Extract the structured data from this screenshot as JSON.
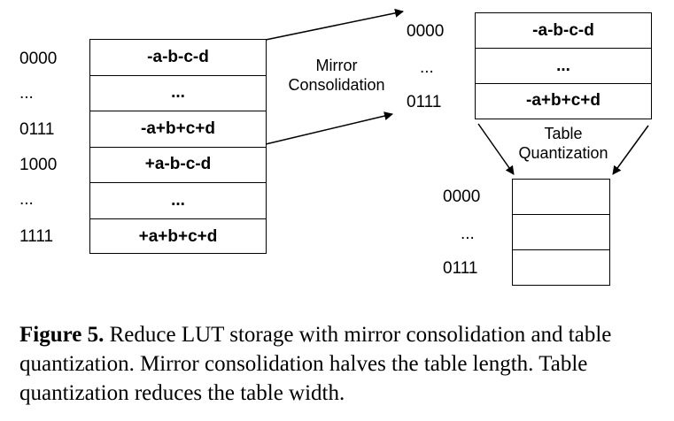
{
  "left_table": {
    "row_labels": [
      "0000",
      "...",
      "0111",
      "1000",
      "...",
      "1111"
    ],
    "cells": [
      "-a-b-c-d",
      "...",
      "-a+b+c+d",
      "+a-b-c-d",
      "...",
      "+a+b+c+d"
    ]
  },
  "mirror": {
    "line1": "Mirror",
    "line2": "Consolidation"
  },
  "top_right_table": {
    "row_labels": [
      "0000",
      "...",
      "0111"
    ],
    "cells": [
      "-a-b-c-d",
      "...",
      "-a+b+c+d"
    ]
  },
  "quant": {
    "line1": "Table",
    "line2": "Quantization"
  },
  "bottom_right_table": {
    "row_labels": [
      "0000",
      "...",
      "0111"
    ],
    "cells": [
      "",
      "",
      ""
    ]
  },
  "caption": {
    "label": "Figure 5.",
    "text": " Reduce LUT storage with mirror consolidation and table quantization. Mirror consolidation halves the table length. Table quantization reduces the table width."
  }
}
